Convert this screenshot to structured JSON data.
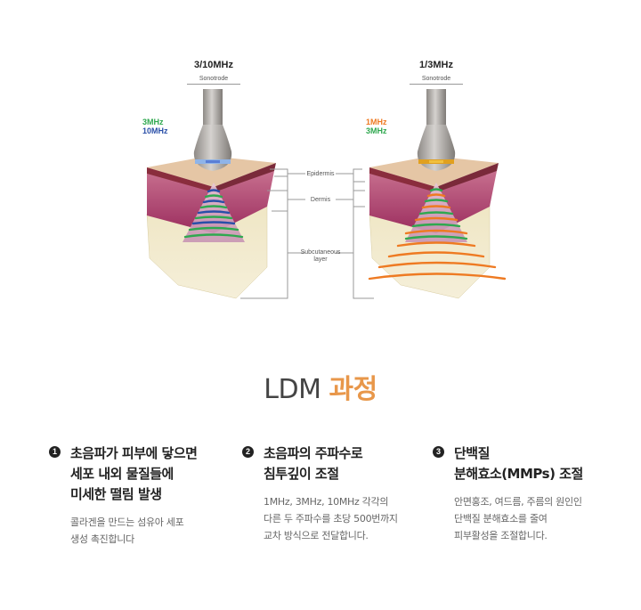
{
  "diagram": {
    "left_probe": {
      "title": "3/10MHz",
      "sonotrode_label": "Sonotrode",
      "legend": [
        {
          "label": "3MHz",
          "color": "#2fa84f"
        },
        {
          "label": "10MHz",
          "color": "#2a4fa8"
        }
      ]
    },
    "right_probe": {
      "title": "1/3MHz",
      "sonotrode_label": "Sonotrode",
      "legend": [
        {
          "label": "1MHz",
          "color": "#ee7a22"
        },
        {
          "label": "3MHz",
          "color": "#2fa84f"
        }
      ]
    },
    "layers": {
      "epidermis": "Epidermis",
      "dermis": "Dermis",
      "subcutaneous_line1": "Subcutaneous",
      "subcutaneous_line2": "layer"
    }
  },
  "section_title": {
    "part1": "LDM",
    "part2": "과정",
    "accent_color": "#e8974a"
  },
  "steps": [
    {
      "number": "1",
      "heading": [
        "초음파가 피부에 닿으면",
        "세포 내외 물질들에",
        "미세한 떨림 발생"
      ],
      "description": [
        "콜라겐을 만드는 섬유아 세포",
        "생성 촉진합니다"
      ]
    },
    {
      "number": "2",
      "heading": [
        "초음파의 주파수로",
        "침투깊이 조절"
      ],
      "description": [
        "1MHz, 3MHz, 10MHz 각각의",
        "다른 두 주파수를 초당 500번까지",
        "교차 방식으로 전달합니다."
      ]
    },
    {
      "number": "3",
      "heading": [
        "단백질",
        "분해효소(MMPs) 조절"
      ],
      "description": [
        "안면홍조, 여드름, 주름의 원인인",
        "단백질 분해효소를 줄여",
        "피부활성을 조절합니다."
      ]
    }
  ]
}
